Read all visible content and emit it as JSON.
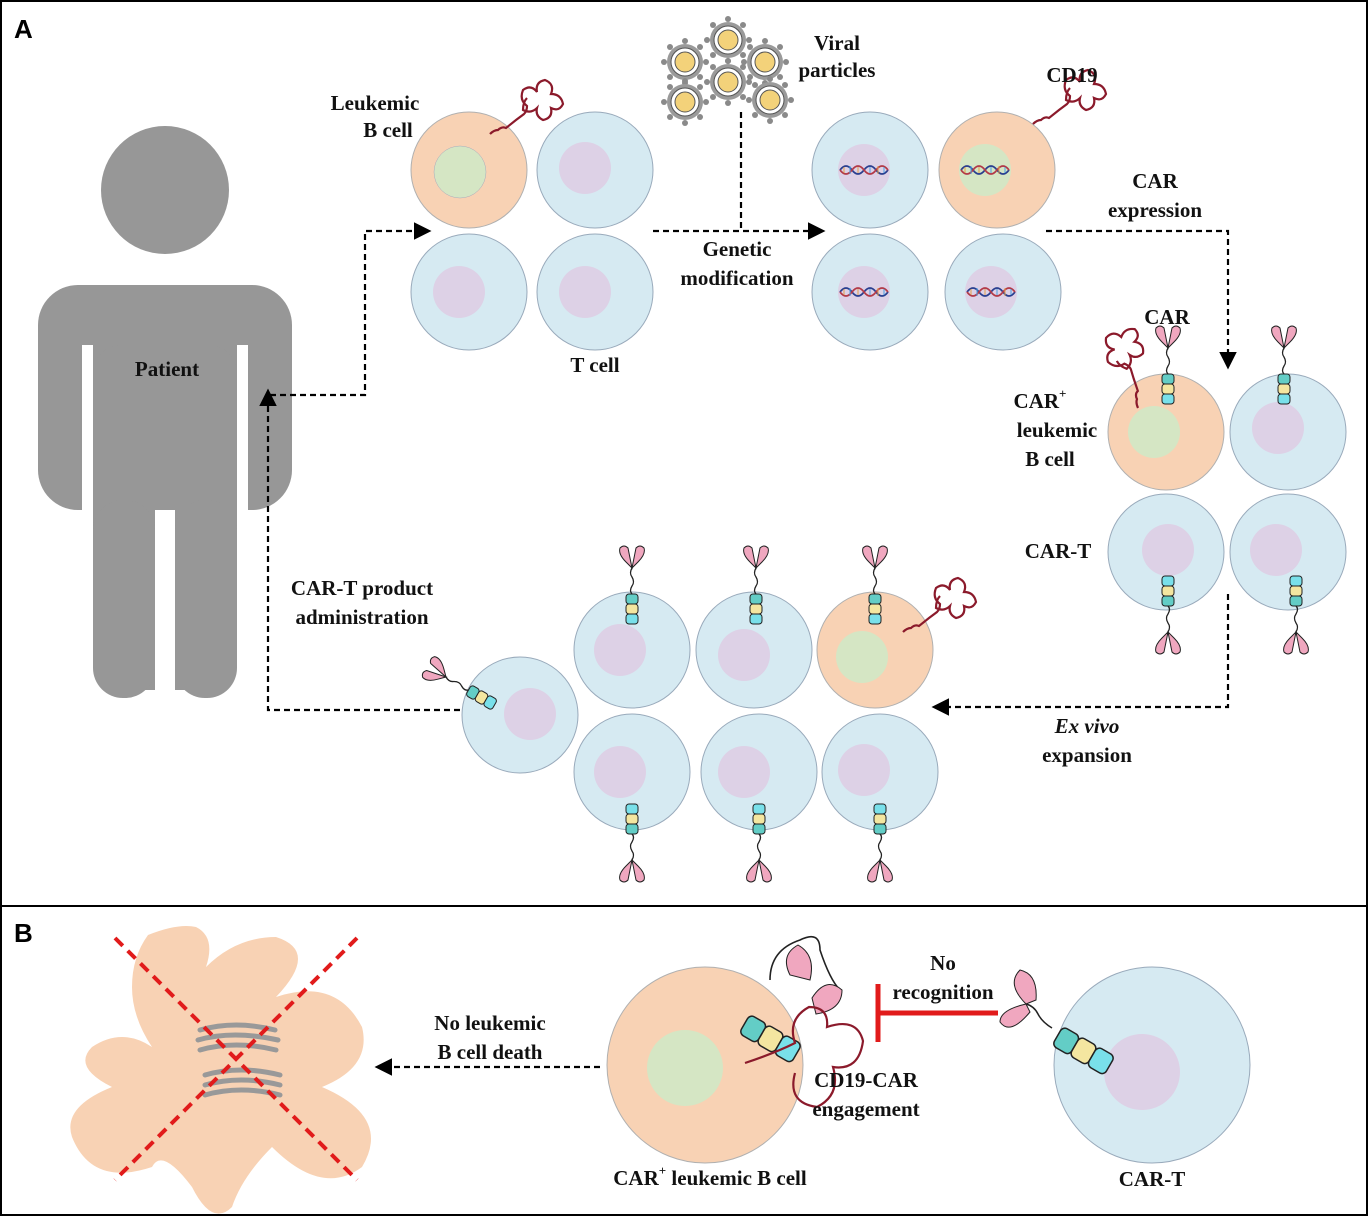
{
  "panels": {
    "a": "A",
    "b": "B"
  },
  "labels": {
    "patient": "Patient",
    "leukemic_b_cell": [
      "Leukemic",
      "B cell"
    ],
    "t_cell": "T cell",
    "viral_particles": [
      "Viral",
      "particles"
    ],
    "genetic_modification": [
      "Genetic",
      "modification"
    ],
    "cd19": "CD19",
    "car_expression": [
      "CAR",
      "expression"
    ],
    "car": "CAR",
    "car_plus_leukemic": [
      "CAR",
      "+",
      "leukemic",
      "B cell"
    ],
    "car_t": "CAR-T",
    "ex_vivo": [
      "Ex vivo",
      "expansion"
    ],
    "car_t_product": [
      "CAR-T product",
      "administration"
    ],
    "no_death": [
      "No leukemic",
      "B cell death"
    ],
    "no_recognition": [
      "No",
      "recognition"
    ],
    "engagement": [
      "CD19-CAR",
      "engagement"
    ],
    "car_plus_leukemic_b": [
      "CAR",
      "+",
      " leukemic B cell"
    ],
    "car_t_b": "CAR-T"
  },
  "colors": {
    "t_cell_fill": "#d6eaf2",
    "t_nucleus": "#ddd1e6",
    "b_cell_fill": "#f8d2b4",
    "b_nucleus": "#d5e6c4",
    "cd19": "#8b1a2b",
    "car_head": "#f0a7bf",
    "car_teal": "#63cdc6",
    "car_yellow": "#f4e6a0",
    "car_cyan": "#79e0ea",
    "silhouette": "#979797",
    "inhibit": "#e11b1b"
  }
}
